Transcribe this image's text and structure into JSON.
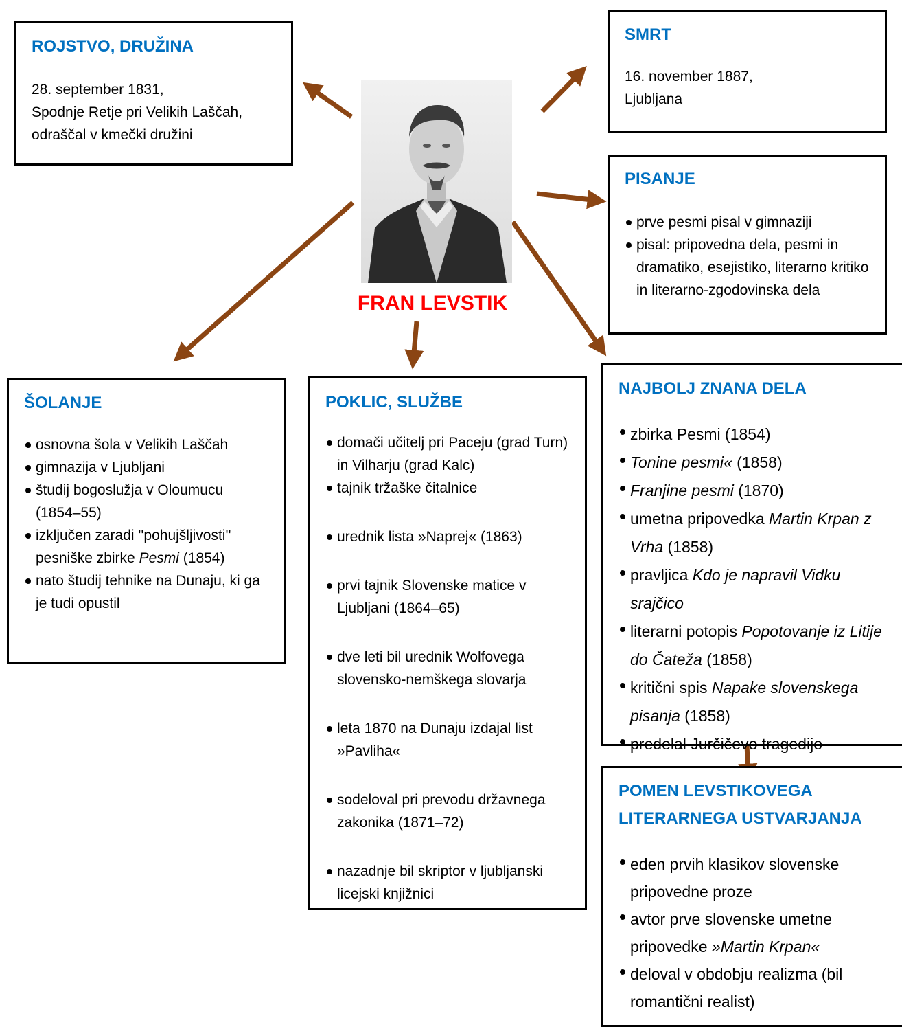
{
  "center": {
    "name": "FRAN LEVSTIK"
  },
  "colors": {
    "title": "#0070c0",
    "name": "#ff0000",
    "arrow": "#8b4513"
  },
  "rojstvo": {
    "title": "ROJSTVO, DRUŽINA",
    "lines": [
      "28. september 1831,",
      "Spodnje Retje pri Velikih Laščah,",
      "odraščal v kmečki družini"
    ]
  },
  "smrt": {
    "title": "SMRT",
    "lines": [
      "16. november 1887,",
      "Ljubljana"
    ]
  },
  "pisanje": {
    "title": "PISANJE",
    "items": [
      "prve pesmi pisal v gimnaziji",
      "pisal: pripovedna dela, pesmi in dramatiko, esejistiko, literarno kritiko in literarno-zgodovinska dela"
    ]
  },
  "solanje": {
    "title": "ŠOLANJE",
    "items": [
      "osnovna šola v Velikih Laščah",
      "gimnazija v Ljubljani",
      "študij bogoslužja v Oloumucu (1854–55)",
      {
        "pre": "izključen zaradi ''pohujšljivosti'' pesniške zbirke ",
        "em": "Pesmi",
        "post": " (1854)"
      },
      "nato študij tehnike na Dunaju, ki ga je tudi opustil"
    ]
  },
  "poklic": {
    "title": "POKLIC, SLUŽBE",
    "items": [
      "domači učitelj pri Paceju (grad Turn) in Vilharju (grad Kalc)",
      "tajnik tržaške čitalnice",
      "urednik lista »Naprej« (1863)",
      "prvi tajnik Slovenske matice v Ljubljani (1864–65)",
      "dve leti bil urednik Wolfovega slovensko-nemškega slovarja",
      "leta 1870 na Dunaju izdajal list »Pavliha«",
      "sodeloval pri prevodu državnega zakonika (1871–72)",
      "nazadnje bil skriptor v ljubljanski licejski knjižnici"
    ]
  },
  "dela": {
    "title": "NAJBOLJ ZNANA DELA",
    "items": [
      {
        "pre": "zbirka Pesmi (1854)",
        "em": "",
        "post": ""
      },
      {
        "pre": "",
        "em": "Tonine pesmi«",
        "post": " (1858)"
      },
      {
        "pre": "",
        "em": "Franjine pesmi",
        "post": " (1870)"
      },
      {
        "pre": "umetna pripovedka ",
        "em": "Martin Krpan z Vrha",
        "post": " (1858)"
      },
      {
        "pre": "pravljica ",
        "em": "Kdo je napravil Vidku srajčico",
        "post": ""
      },
      {
        "pre": "literarni potopis ",
        "em": "Popotovanje iz Litije do Čateža",
        "post": " (1858)"
      },
      {
        "pre": "kritični spis ",
        "em": "Napake slovenskega pisanja",
        "post": " (1858)"
      },
      {
        "pre": "predelal Jurčičevo tragedijo",
        "em": "",
        "post": ""
      }
    ]
  },
  "pomen": {
    "title": "POMEN LEVSTIKOVEGA LITERARNEGA USTVARJANJA",
    "items": [
      {
        "pre": "eden prvih klasikov slovenske pripovedne proze",
        "em": "",
        "post": ""
      },
      {
        "pre": "avtor prve slovenske umetne pripovedke ",
        "em": "»Martin Krpan«",
        "post": ""
      },
      {
        "pre": "deloval v obdobju realizma (bil romantični realist)",
        "em": "",
        "post": ""
      }
    ]
  }
}
